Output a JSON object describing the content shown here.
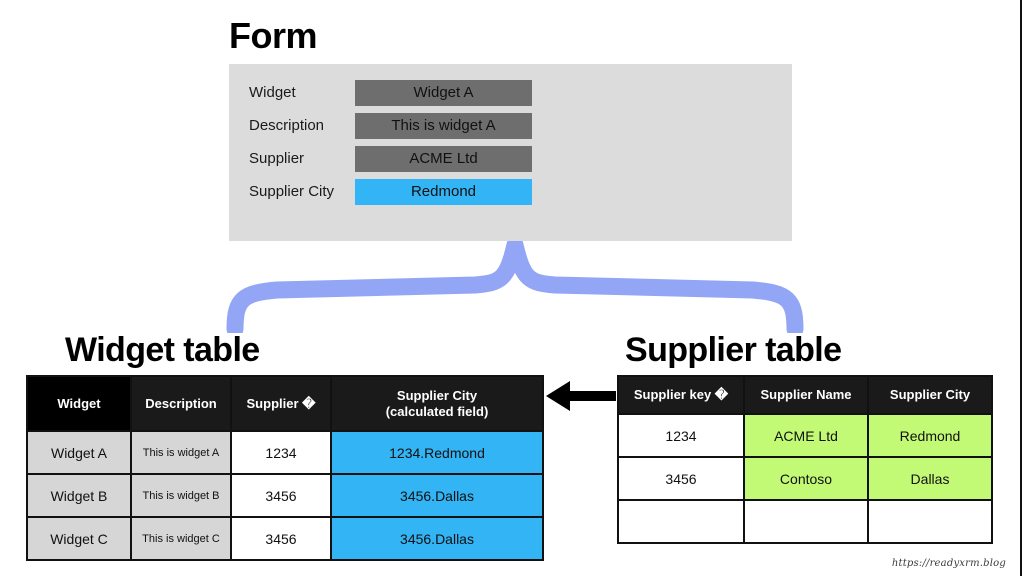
{
  "form": {
    "title": "Form",
    "fields": [
      {
        "label": "Widget",
        "value": "Widget A",
        "highlight": false
      },
      {
        "label": "Description",
        "value": "This is widget A",
        "highlight": false
      },
      {
        "label": "Supplier",
        "value": "ACME Ltd",
        "highlight": false
      },
      {
        "label": "Supplier City",
        "value": "Redmond",
        "highlight": true
      }
    ]
  },
  "widget_table": {
    "title": "Widget table",
    "headers": [
      "Widget",
      "Description",
      "Supplier �",
      "Supplier City\n(calculated field)"
    ],
    "header_lines": {
      "supplier_city_line1": "Supplier City",
      "supplier_city_line2": "(calculated field)"
    },
    "rows": [
      {
        "widget": "Widget A",
        "description": "This is widget A",
        "supplier": "1234",
        "supplier_city": "1234.Redmond"
      },
      {
        "widget": "Widget B",
        "description": "This is widget B",
        "supplier": "3456",
        "supplier_city": "3456.Dallas"
      },
      {
        "widget": "Widget C",
        "description": "This is widget C",
        "supplier": "3456",
        "supplier_city": "3456.Dallas"
      }
    ]
  },
  "supplier_table": {
    "title": "Supplier table",
    "headers": [
      "Supplier key �",
      "Supplier Name",
      "Supplier City"
    ],
    "rows": [
      {
        "key": "1234",
        "name": "ACME Ltd",
        "city": "Redmond"
      },
      {
        "key": "3456",
        "name": "Contoso",
        "city": "Dallas"
      },
      {
        "key": "",
        "name": "",
        "city": ""
      }
    ]
  },
  "connectors": {
    "brace_color": "#93a5f5",
    "arrow_color": "#000000"
  },
  "colors": {
    "panel_bg": "#dcdcdc",
    "field_bg": "#6e6e6e",
    "cyan": "#33b4f5",
    "green": "#c3fa75",
    "row_grey": "#d6d6d6",
    "header_black": "#1a1a1a"
  },
  "watermark": "https://readyxrm.blog"
}
